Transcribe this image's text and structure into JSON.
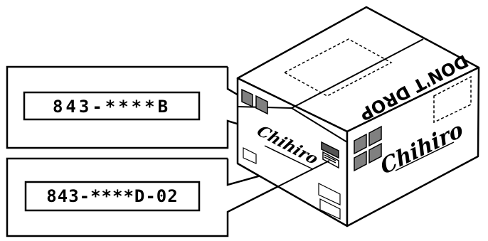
{
  "labels": {
    "top_serial": "843-****B",
    "bottom_serial": "843-****D-02"
  },
  "box": {
    "top_print": "DON'T DROP",
    "brand_front": "Chihiro",
    "brand_side": "Chihiro"
  },
  "colors": {
    "line": "#000000",
    "fill_light": "#ffffff",
    "fill_gray": "#808080"
  }
}
